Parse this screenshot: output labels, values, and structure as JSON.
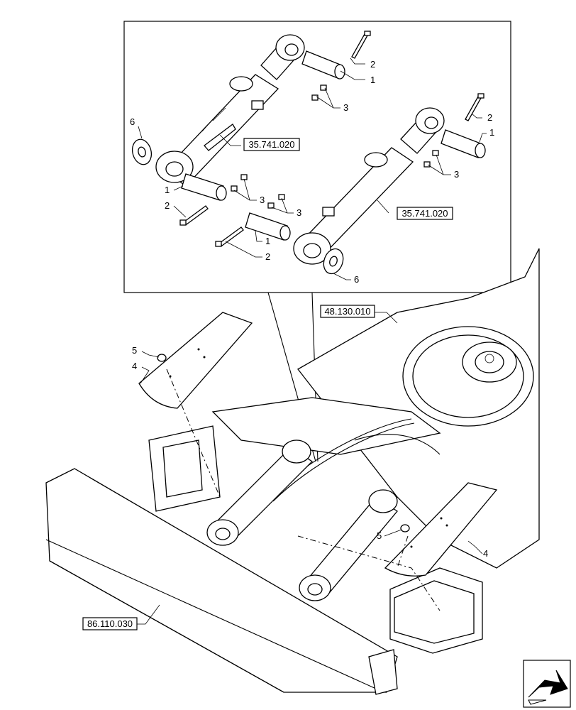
{
  "callouts": {
    "c1a": "1",
    "c2a": "2",
    "c3a": "3",
    "c1b": "1",
    "c2b": "2",
    "c3b": "3",
    "c6a": "6",
    "c1c": "1",
    "c2c": "2",
    "c3c": "3",
    "c3d": "3",
    "c1d": "1",
    "c2d": "2",
    "c6b": "6",
    "c5a": "5",
    "c4a": "4",
    "c5b": "5",
    "c4b": "4"
  },
  "refs": {
    "cyl_upper": "35.741.020",
    "cyl_lower": "35.741.020",
    "frame": "48.130.010",
    "blade": "86.110.030"
  },
  "icons": {
    "nav": "arrow-icon"
  }
}
